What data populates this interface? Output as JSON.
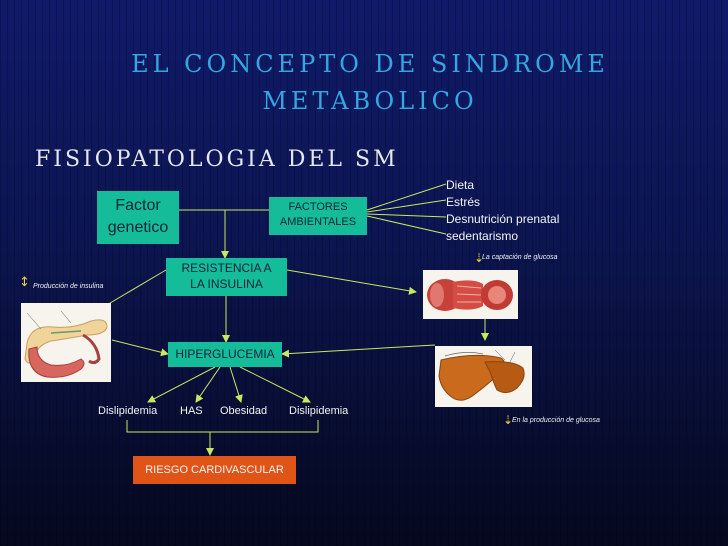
{
  "slide": {
    "title_line1": "EL CONCEPTO DE SINDROME",
    "title_line2": "METABOLICO",
    "subtitle": "FISIOPATOLOGIA DEL SM"
  },
  "diagram": {
    "genetic_line1": "Factor",
    "genetic_line2": "genetico",
    "environmental_line1": "FACTORES",
    "environmental_line2": "AMBIENTALES",
    "environmental_factors": [
      "Dieta",
      "Estrés",
      "Desnutrición prenatal",
      "sedentarismo"
    ],
    "resistance_line1": "RESISTENCIA A",
    "resistance_line2": "LA INSULINA",
    "hyperglycemia": "HIPERGLUCEMIA",
    "outcomes": [
      "Dislipidemia",
      "HAS",
      "Obesidad",
      "Dislipidemia"
    ],
    "risk": "RIESGO CARDIVASCULAR",
    "note_muscle": "La captación de glucosa",
    "note_liver": "En la producción de glucosa",
    "note_pancreas": "Producción de insulina"
  },
  "icons": {
    "up_down_arrow": "up-down-arrow-icon",
    "down_arrow": "down-arrow-icon"
  },
  "colors": {
    "background": "#0c1550",
    "title": "#34a6e0",
    "box_fill": "#14bc9a",
    "risk_fill": "#e05418",
    "connector": "#c9e860",
    "arrow_accent": "#f0d040"
  }
}
